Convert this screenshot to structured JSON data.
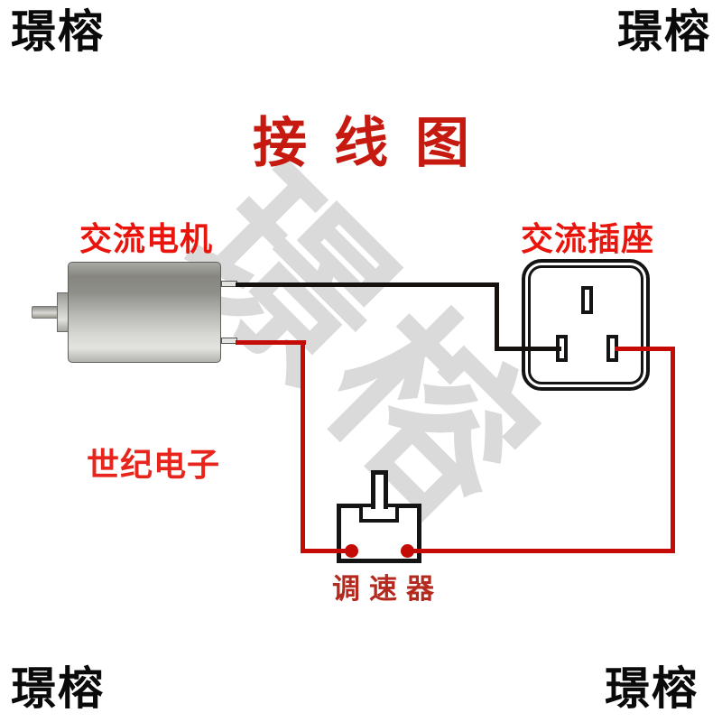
{
  "page": {
    "background": "#ffffff"
  },
  "corner_watermarks": {
    "top_left": "璟榕",
    "top_right": "璟榕",
    "bottom_left": "璟榕",
    "bottom_right": "璟榕"
  },
  "center_watermark": {
    "text": "璟榕",
    "color": "#dadada",
    "rotation_deg": 45
  },
  "title": {
    "text": "接线图",
    "color": "#c6190f"
  },
  "diagram": {
    "motor": {
      "label": "交流电机",
      "label_color": "#e9150d",
      "terminals": [
        "top",
        "bottom"
      ]
    },
    "socket": {
      "label": "交流插座",
      "label_color": "#e9150d",
      "slots": [
        "top-center",
        "bottom-left",
        "bottom-right"
      ]
    },
    "controller": {
      "label": "调速器",
      "label_color": "#b52a1e",
      "terminals": [
        "left",
        "right"
      ]
    },
    "brand": {
      "text": "世纪电子",
      "color": "#e8251c"
    },
    "wires": {
      "black_color": "#151210",
      "red_color": "#c40b06",
      "routes": [
        "motor-top-terminal to socket-bottom-left-slot (black)",
        "motor-bottom-terminal to controller-left-terminal (red)",
        "controller-right-terminal to socket-bottom-right-slot (red)"
      ]
    }
  }
}
